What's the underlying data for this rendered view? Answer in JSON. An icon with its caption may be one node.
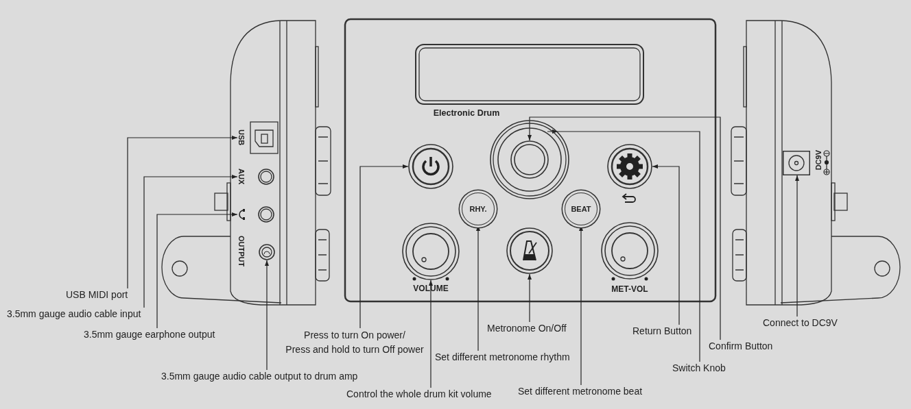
{
  "diagram": {
    "nodes": [
      {
        "text": [
          "USB"
        ]
      },
      {
        "text": [
          "AUX"
        ]
      },
      {
        "text": [],
        "shape": "headphones"
      },
      {
        "text": [],
        "shape": "circle",
        "beside": [
          "OUTPUT"
        ]
      },
      {
        "text": [],
        "shape": "circle"
      },
      {
        "text": [],
        "shape": "circle"
      },
      {
        "text": [],
        "shape": "circle",
        "in": 5
      },
      {
        "text": [],
        "shape": "circle"
      },
      {
        "text": [
          "RHY."
        ]
      },
      {
        "text": [
          "BEAT"
        ]
      },
      {
        "text": [],
        "shape": "circle"
      },
      {
        "text": [],
        "shape": "circle"
      },
      {
        "text": [],
        "shape": "box",
        "beside": [
          "DC9V"
        ]
      },
      {
        "text": [
          "USB MIDI port"
        ]
      },
      {
        "text": [
          "3.5mm gauge audio cable input"
        ]
      },
      {
        "text": [
          "3.5mm gauge earphone output"
        ]
      },
      {
        "text": [
          "3.5mm gauge audio cable output to drum amp"
        ]
      },
      {
        "text": [
          "Press to turn On power/ Press and hold to turn Off power"
        ]
      },
      {
        "text": [
          "Control the whole drum kit volume"
        ]
      },
      {
        "text": [
          "Set different metronome rhythm"
        ]
      },
      {
        "text": [
          "Metronome On/Off"
        ]
      },
      {
        "text": [
          "Set different metronome beat"
        ]
      },
      {
        "text": [
          "Return Button"
        ]
      },
      {
        "text": [
          "Confirm Button"
        ]
      },
      {
        "text": [
          "Switch Knob"
        ]
      },
      {
        "text": [
          "Connect to DC9V"
        ]
      },
      {
        "text": [],
        "shape": "circle"
      },
      {
        "text": [],
        "shape": "circle"
      },
      {
        "text": [],
        "shape": "circle"
      }
    ],
    "edges": [
      {
        "from": 13,
        "to": 0,
        "arrow": "to"
      },
      {
        "from": 14,
        "to": 1,
        "arrow": "to"
      },
      {
        "from": 15,
        "to": 2,
        "arrow": "to"
      },
      {
        "from": 16,
        "to": 3,
        "arrow": "to"
      },
      {
        "from": 17,
        "to": 4,
        "arrow": "to"
      },
      {
        "from": 18,
        "to": 10,
        "arrow": "to"
      },
      {
        "from": 19,
        "to": 8,
        "arrow": "to"
      },
      {
        "from": 20,
        "to": 11,
        "arrow": "to"
      },
      {
        "from": 21,
        "to": 9,
        "arrow": "to"
      },
      {
        "from": 22,
        "to": 7,
        "arrow": "to"
      },
      {
        "from": 23,
        "to": 6,
        "arrow": "to"
      },
      {
        "from": 24,
        "to": 5,
        "arrow": "to"
      },
      {
        "from": 25,
        "to": 12,
        "arrow": "to"
      }
    ],
    "labels": [
      "Electronic Drum",
      "VOLUME",
      "MET-VOL"
    ]
  }
}
